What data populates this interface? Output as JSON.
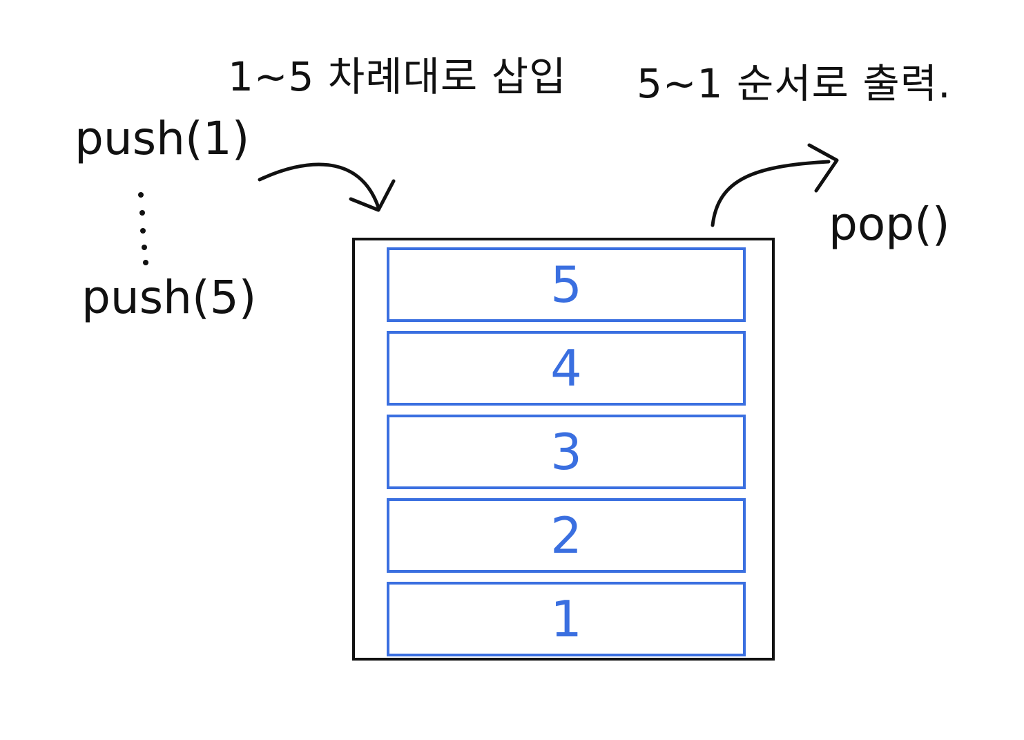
{
  "captions": {
    "insert": "1~5 차례대로 삽입",
    "output": "5~1 순서로 출력."
  },
  "operations": {
    "push_first": "push(1)",
    "push_last": "push(5)",
    "pop": "pop()"
  },
  "stack": {
    "items_top_to_bottom": [
      "5",
      "4",
      "3",
      "2",
      "1"
    ]
  },
  "colors": {
    "stack_item": "#3a6fe0",
    "ink": "#111111"
  }
}
